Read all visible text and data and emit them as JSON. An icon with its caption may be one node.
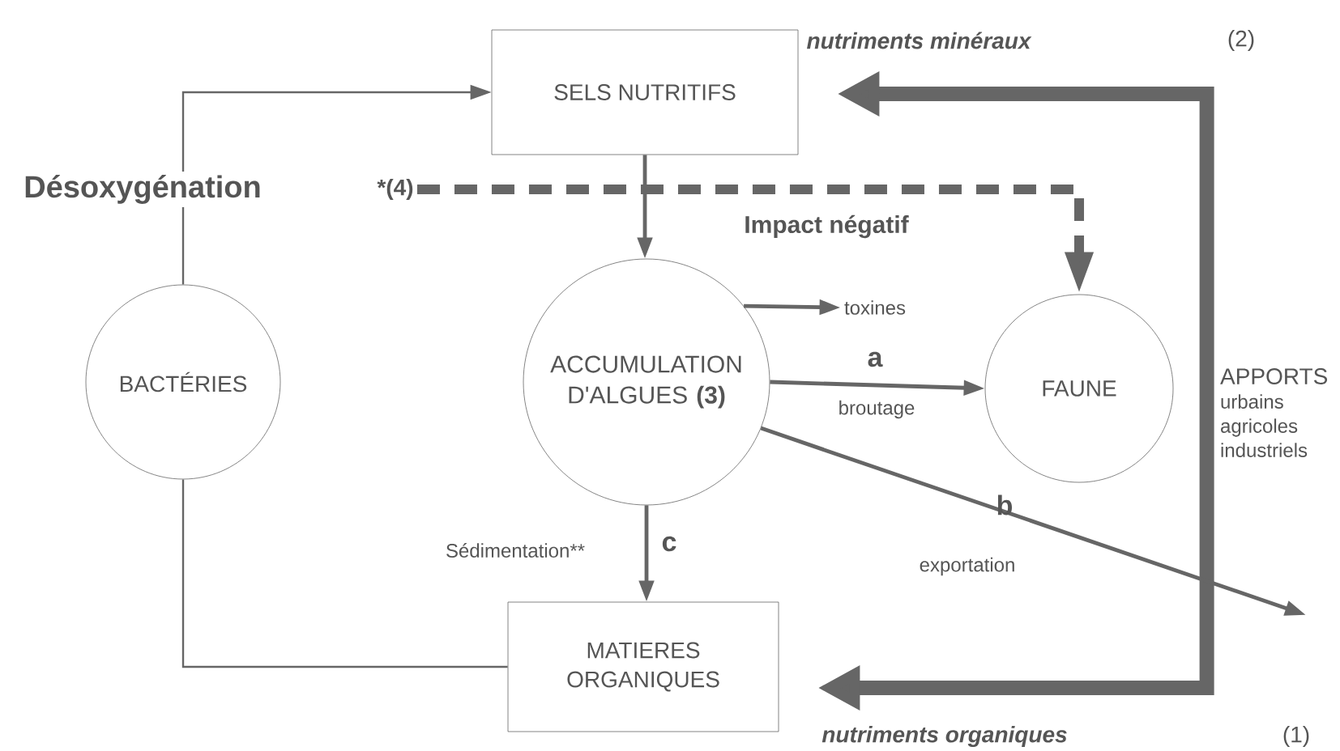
{
  "diagram": {
    "nodes": [
      {
        "text": [
          "SELS NUTRITIFS"
        ]
      },
      {
        "text": [
          "BACTÉRIES"
        ]
      },
      {
        "text": [
          "ACCUMULATION D'ALGUES **(3)**"
        ]
      },
      {
        "text": [
          "FAUNE"
        ]
      },
      {
        "text": [
          "MATIERES ORGANIQUES"
        ]
      },
      {
        "text": [
          "toxines"
        ]
      },
      {
        "text": [
          "APPORTS",
          "urbains agricoles industriels"
        ]
      },
      {
        "text": [
          "*(4)"
        ]
      }
    ],
    "edges": [
      {
        "from": 6,
        "to": 0,
        "arrow": "to",
        "style": "thick",
        "label": "nutriments minéraux"
      },
      {
        "from": 6,
        "to": 4,
        "arrow": "to",
        "style": "thick",
        "label": "nutriments organiques"
      },
      {
        "from": 4,
        "to": 1,
        "arrow": "none"
      },
      {
        "from": 1,
        "to": 0,
        "arrow": "to",
        "label": "Désoxygénation"
      },
      {
        "from": 0,
        "to": 2,
        "arrow": "to"
      },
      {
        "from": 7,
        "to": 3,
        "arrow": "to",
        "style": "dashed",
        "label": "Impact négatif"
      },
      {
        "from": 2,
        "to": 5,
        "arrow": "to"
      },
      {
        "from": 2,
        "to": 3,
        "arrow": "to",
        "label": "a"
      },
      {
        "from": 2,
        "to": null,
        "arrow": "to",
        "label": "b"
      },
      {
        "from": 2,
        "to": 4,
        "arrow": "to",
        "label": "c"
      }
    ],
    "labels": [
      "(2)",
      "broutage",
      "Sédimentation**",
      "exportation",
      "(1)"
    ]
  }
}
